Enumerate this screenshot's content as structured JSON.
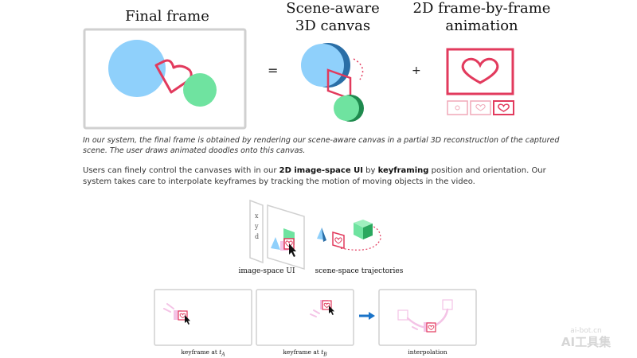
{
  "headings": {
    "final_frame": "Final frame",
    "scene_aware_1": "Scene-aware",
    "scene_aware_2": "3D canvas",
    "anim_1": "2D frame-by-frame",
    "anim_2": "animation"
  },
  "operators": {
    "equals": "=",
    "plus": "+"
  },
  "caption": "In our system, the final frame is obtained by rendering our scene-aware canvas in a partial 3D reconstruction of the captured scene. The user draws animated doodles onto this canvas.",
  "paragraph": {
    "p1": "Users can finely control the canvases with in our ",
    "b1": "2D image-space UI",
    "p2": " by ",
    "b2": "keyframing",
    "p3": " position and orientation. Our system takes care to interpolate keyframes by tracking the motion of moving objects in the video."
  },
  "axes": {
    "x": "x",
    "y": "y",
    "d": "d"
  },
  "labels": {
    "image_space": "image-space UI",
    "scene_space": "scene-space trajectories",
    "kf_a_prefix": "keyframe at ",
    "kf_a_var": "t",
    "kf_a_sub": "A",
    "kf_b_prefix": "keyframe at ",
    "kf_b_var": "t",
    "kf_b_sub": "B",
    "interp": "interpolation"
  },
  "watermark": {
    "line1": "ai-bot.cn",
    "line2": "AI工具集"
  },
  "colors": {
    "blue": "#8fd0fb",
    "green": "#6fe3a0",
    "red": "#e23a5d",
    "pink": "#f4c3e6",
    "arrow": "#1a73c8"
  }
}
